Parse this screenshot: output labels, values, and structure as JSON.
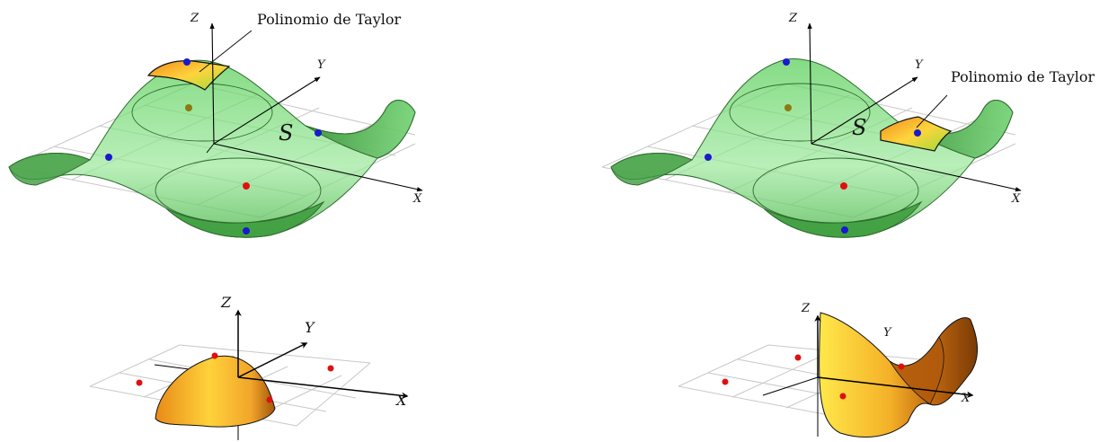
{
  "panels": {
    "top_left": {
      "callout": "Polinomio de Taylor",
      "surface_label": "S",
      "axis_x": "X",
      "axis_y": "Y",
      "axis_z": "Z"
    },
    "top_right": {
      "callout": "Polinomio de Taylor",
      "surface_label": "S",
      "axis_x": "X",
      "axis_y": "Y",
      "axis_z": "Z"
    },
    "bottom_left": {
      "axis_x": "X",
      "axis_y": "Y",
      "axis_z": "Z"
    },
    "bottom_right": {
      "axis_x": "X",
      "axis_y": "Y",
      "axis_z": "Z"
    }
  },
  "colors": {
    "surface_green": "#7be07b",
    "surface_edge": "#2f6b2f",
    "taylor_orange": "#f2a52a",
    "taylor_yellow": "#ffe94a",
    "point_red": "#e01010",
    "point_blue": "#1a1acc",
    "point_olive": "#8a7a10",
    "grid": "#c8c8c8"
  }
}
